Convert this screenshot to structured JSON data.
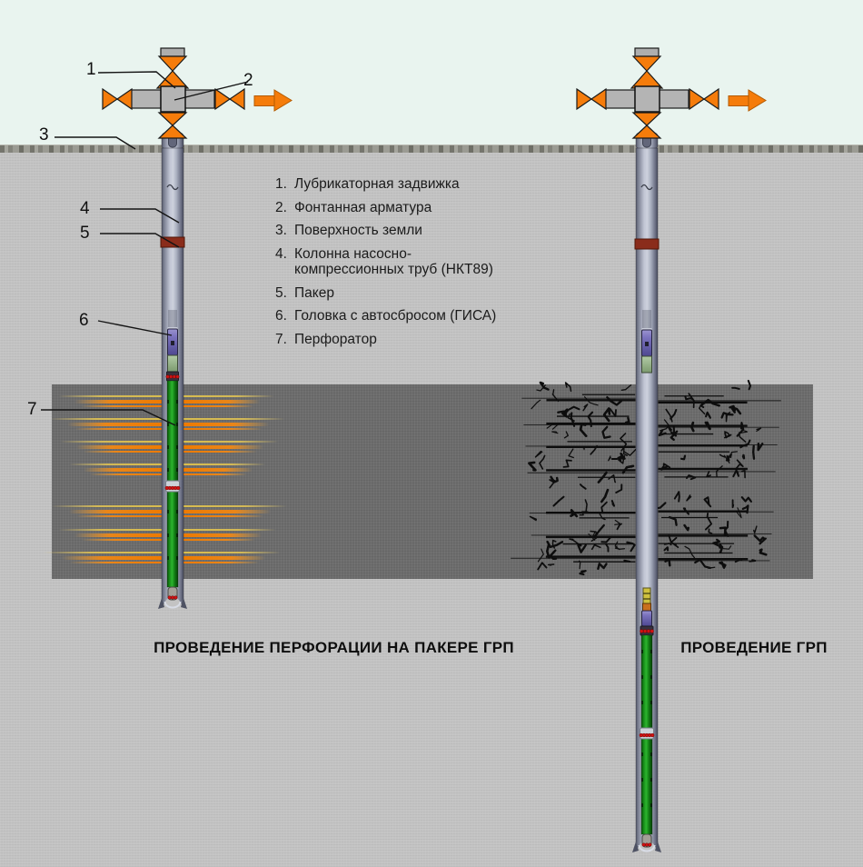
{
  "captions": {
    "left": "ПРОВЕДЕНИЕ ПЕРФОРАЦИИ НА ПАКЕРЕ ГРП",
    "right": "ПРОВЕДЕНИЕ ГРП"
  },
  "legend": {
    "items": [
      {
        "num": "1.",
        "text": "Лубрикаторная задвижка"
      },
      {
        "num": "2.",
        "text": "Фонтанная арматура"
      },
      {
        "num": "3.",
        "text": "Поверхность земли"
      },
      {
        "num": "4.",
        "text": "Колонна насосно-\nкомпрессионных труб (НКТ89)"
      },
      {
        "num": "5.",
        "text": "Пакер"
      },
      {
        "num": "6.",
        "text": "Головка с автосбросом (ГИСА)"
      },
      {
        "num": "7.",
        "text": "Перфоратор"
      }
    ]
  },
  "callouts": [
    "1",
    "2",
    "3",
    "4",
    "5",
    "6",
    "7"
  ],
  "colors": {
    "sky": "#e9f4ef",
    "ground": "#c3c3c3",
    "reservoir": "#6c6c6c",
    "orange": "#f57c0b",
    "packer": "#8a2c1b",
    "gun_green": "#18a018",
    "ray_orange": "#ee7a00",
    "ray_yellow": "#d9bd4e",
    "fracture": "#0d0d0d",
    "casing_light": "#cdd1dd",
    "casing_dark": "#575b6c",
    "tool_purple": "#6f66b2",
    "label_text": "#101010"
  }
}
